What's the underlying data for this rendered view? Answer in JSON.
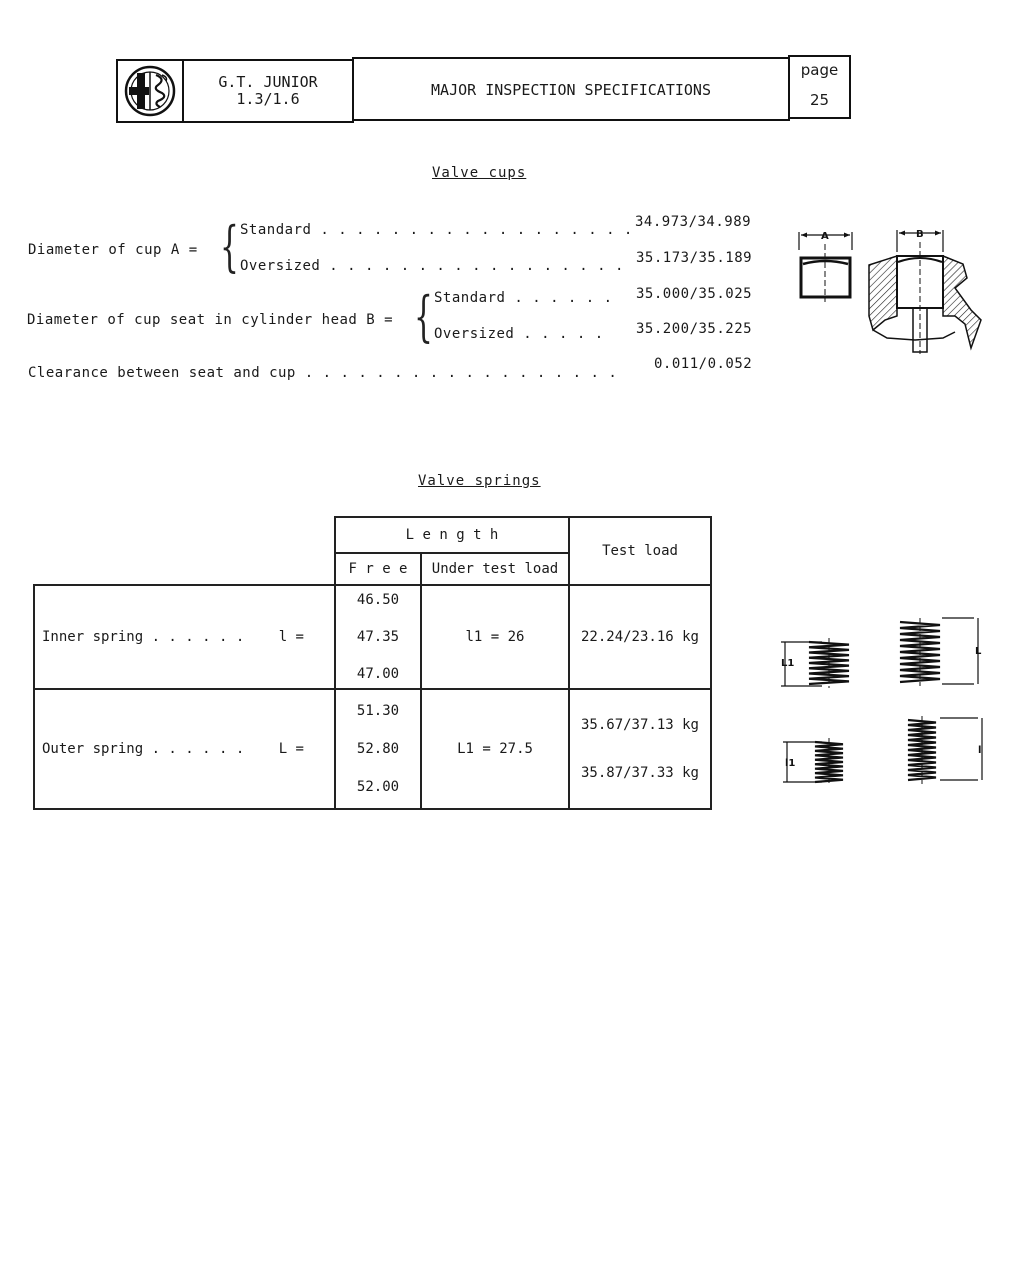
{
  "header": {
    "logo_icon": "alfa-romeo-badge-icon",
    "model_line1": "G.T. JUNIOR",
    "model_line2": "1.3/1.6",
    "title": "MAJOR INSPECTION SPECIFICATIONS",
    "page_label": "page",
    "page_number": "25"
  },
  "valve_cups": {
    "section_title": "Valve cups",
    "cup_diameter": {
      "label": "Diameter of cup  A =",
      "standard_label": "Standard . . . . . . . . . . . . . . . . . .",
      "standard_value": "34.973/34.989",
      "oversized_label": "Oversized  . . . . . . . . . . . . . . . . .",
      "oversized_value": "35.173/35.189"
    },
    "seat_diameter": {
      "label": "Diameter of cup seat in cylinder head  B =",
      "standard_label": "Standard . . . . . .",
      "standard_value": "35.000/35.025",
      "oversized_label": "Oversized  . . . . .",
      "oversized_value": "35.200/35.225"
    },
    "clearance": {
      "label": "Clearance between seat and cup . . . . . . . . . . . . . . . . . .",
      "value": "0.011/0.052"
    },
    "figure": {
      "label_a": "A",
      "label_b": "B"
    }
  },
  "valve_springs": {
    "section_title": "Valve  springs",
    "headers": {
      "length": "L e n g t h",
      "free": "F r e e",
      "under_test_load": "Under test load",
      "test_load": "Test load"
    },
    "rows": [
      {
        "name": "Inner spring . . . . . .",
        "symbol": "l =",
        "free": [
          "46.50",
          "47.35",
          "47.00"
        ],
        "under_load": "l1 = 26",
        "test_load": [
          "22.24/23.16 kg"
        ]
      },
      {
        "name": "Outer spring . . . . . .",
        "symbol": "L =",
        "free": [
          "51.30",
          "52.80",
          "52.00"
        ],
        "under_load": "L1 = 27.5",
        "test_load": [
          "35.67/37.13 kg",
          "35.87/37.33 kg"
        ]
      }
    ],
    "figure": {
      "label_L1": "L1",
      "label_L": "L",
      "label_l1": "l1",
      "label_l": "l"
    }
  }
}
